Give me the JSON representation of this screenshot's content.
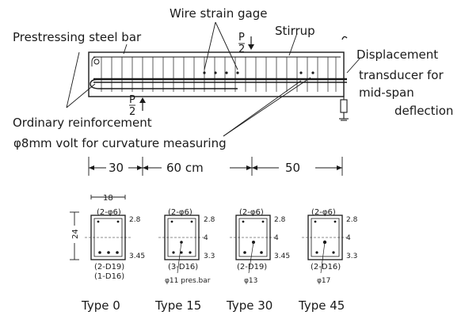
{
  "beam": {
    "labels": {
      "wire_strain_gage": "Wire strain gage",
      "prestressing_bar": "Prestressing steel bar",
      "stirrup": "Stirrup",
      "load_top_p": "P",
      "load_top_2": "2",
      "load_bot_p": "P",
      "load_bot_2": "2",
      "displacement_1": "Displacement",
      "displacement_2": "transducer for",
      "displacement_3": "mid-span",
      "displacement_4": "deflection",
      "ordinary_reinforcement": "Ordinary reinforcement",
      "volt_curvature": "φ8mm volt for curvature measuring"
    },
    "dimensions": {
      "left": "30",
      "middle": "60 cm",
      "right": "50"
    }
  },
  "sections": [
    {
      "type_label": "Type  0",
      "top_bars": "(2-φ6)",
      "bottom_bars_1": "(2-D19)",
      "bottom_bars_2": "(1-D16)",
      "prestress": "",
      "cover_top": "2.8",
      "cover_mid": "",
      "cover_bot": "3.45",
      "width": "18",
      "height": "24"
    },
    {
      "type_label": "Type 15",
      "top_bars": "(2-φ6)",
      "bottom_bars_1": "(3-D16)",
      "bottom_bars_2": "",
      "prestress": "φ11 pres.bar",
      "cover_top": "2.8",
      "cover_mid": "4",
      "cover_bot": "3.3"
    },
    {
      "type_label": "Type 30",
      "top_bars": "(2-φ6)",
      "bottom_bars_1": "(2-D19)",
      "bottom_bars_2": "",
      "prestress": "φ13",
      "cover_top": "2.8",
      "cover_mid": "4",
      "cover_bot": "3.45"
    },
    {
      "type_label": "Type 45",
      "top_bars": "(2-φ6)",
      "bottom_bars_1": "(2-D16)",
      "bottom_bars_2": "",
      "prestress": "φ17",
      "cover_top": "2.8",
      "cover_mid": "4",
      "cover_bot": "3.3"
    }
  ]
}
